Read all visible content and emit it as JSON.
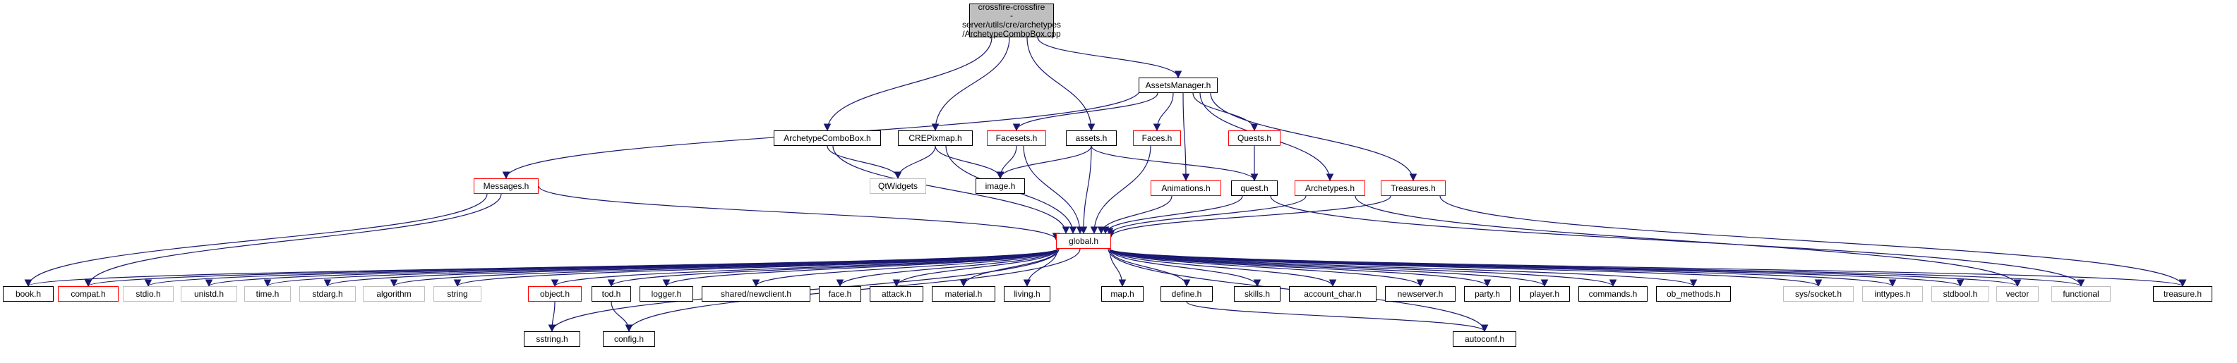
{
  "graph": {
    "root": "crossfire-crossfire-server/utils/cre/archetypes/ArchetypeComboBox.cpp",
    "nodes": {
      "root_l1": "crossfire-crossfire",
      "root_l2": "-server/utils/cre/archetypes",
      "root_l3": "/ArchetypeComboBox.cpp",
      "assetsmanager": "AssetsManager.h",
      "archetypecombobox": "ArchetypeComboBox.h",
      "crepixmap": "CREPixmap.h",
      "facesets": "Facesets.h",
      "assets": "assets.h",
      "faces": "Faces.h",
      "quests": "Quests.h",
      "qtwidgets": "QtWidgets",
      "image": "image.h",
      "messages": "Messages.h",
      "animations": "Animations.h",
      "quest": "quest.h",
      "archetypes": "Archetypes.h",
      "treasures": "Treasures.h",
      "global": "global.h",
      "book": "book.h",
      "compat": "compat.h",
      "stdio": "stdio.h",
      "unistd": "unistd.h",
      "time": "time.h",
      "stdarg": "stdarg.h",
      "algorithm": "algorithm",
      "string": "string",
      "object": "object.h",
      "sstring": "sstring.h",
      "tod": "tod.h",
      "config": "config.h",
      "logger": "logger.h",
      "newclient": "shared/newclient.h",
      "face": "face.h",
      "attack": "attack.h",
      "material": "material.h",
      "living": "living.h",
      "map": "map.h",
      "define": "define.h",
      "skills": "skills.h",
      "account_char": "account_char.h",
      "newserver": "newserver.h",
      "party": "party.h",
      "player": "player.h",
      "commands": "commands.h",
      "ob_methods": "ob_methods.h",
      "autoconf": "autoconf.h",
      "syssocket": "sys/socket.h",
      "inttypes": "inttypes.h",
      "stdbool": "stdbool.h",
      "vector": "vector",
      "functional": "functional",
      "treasure": "treasure.h"
    },
    "colors": {
      "edge": "#191970",
      "node_border": "#000000",
      "missing_border": "#ff0000",
      "system_border": "#bfbfbf",
      "root_fill": "#bfbfbf"
    }
  }
}
